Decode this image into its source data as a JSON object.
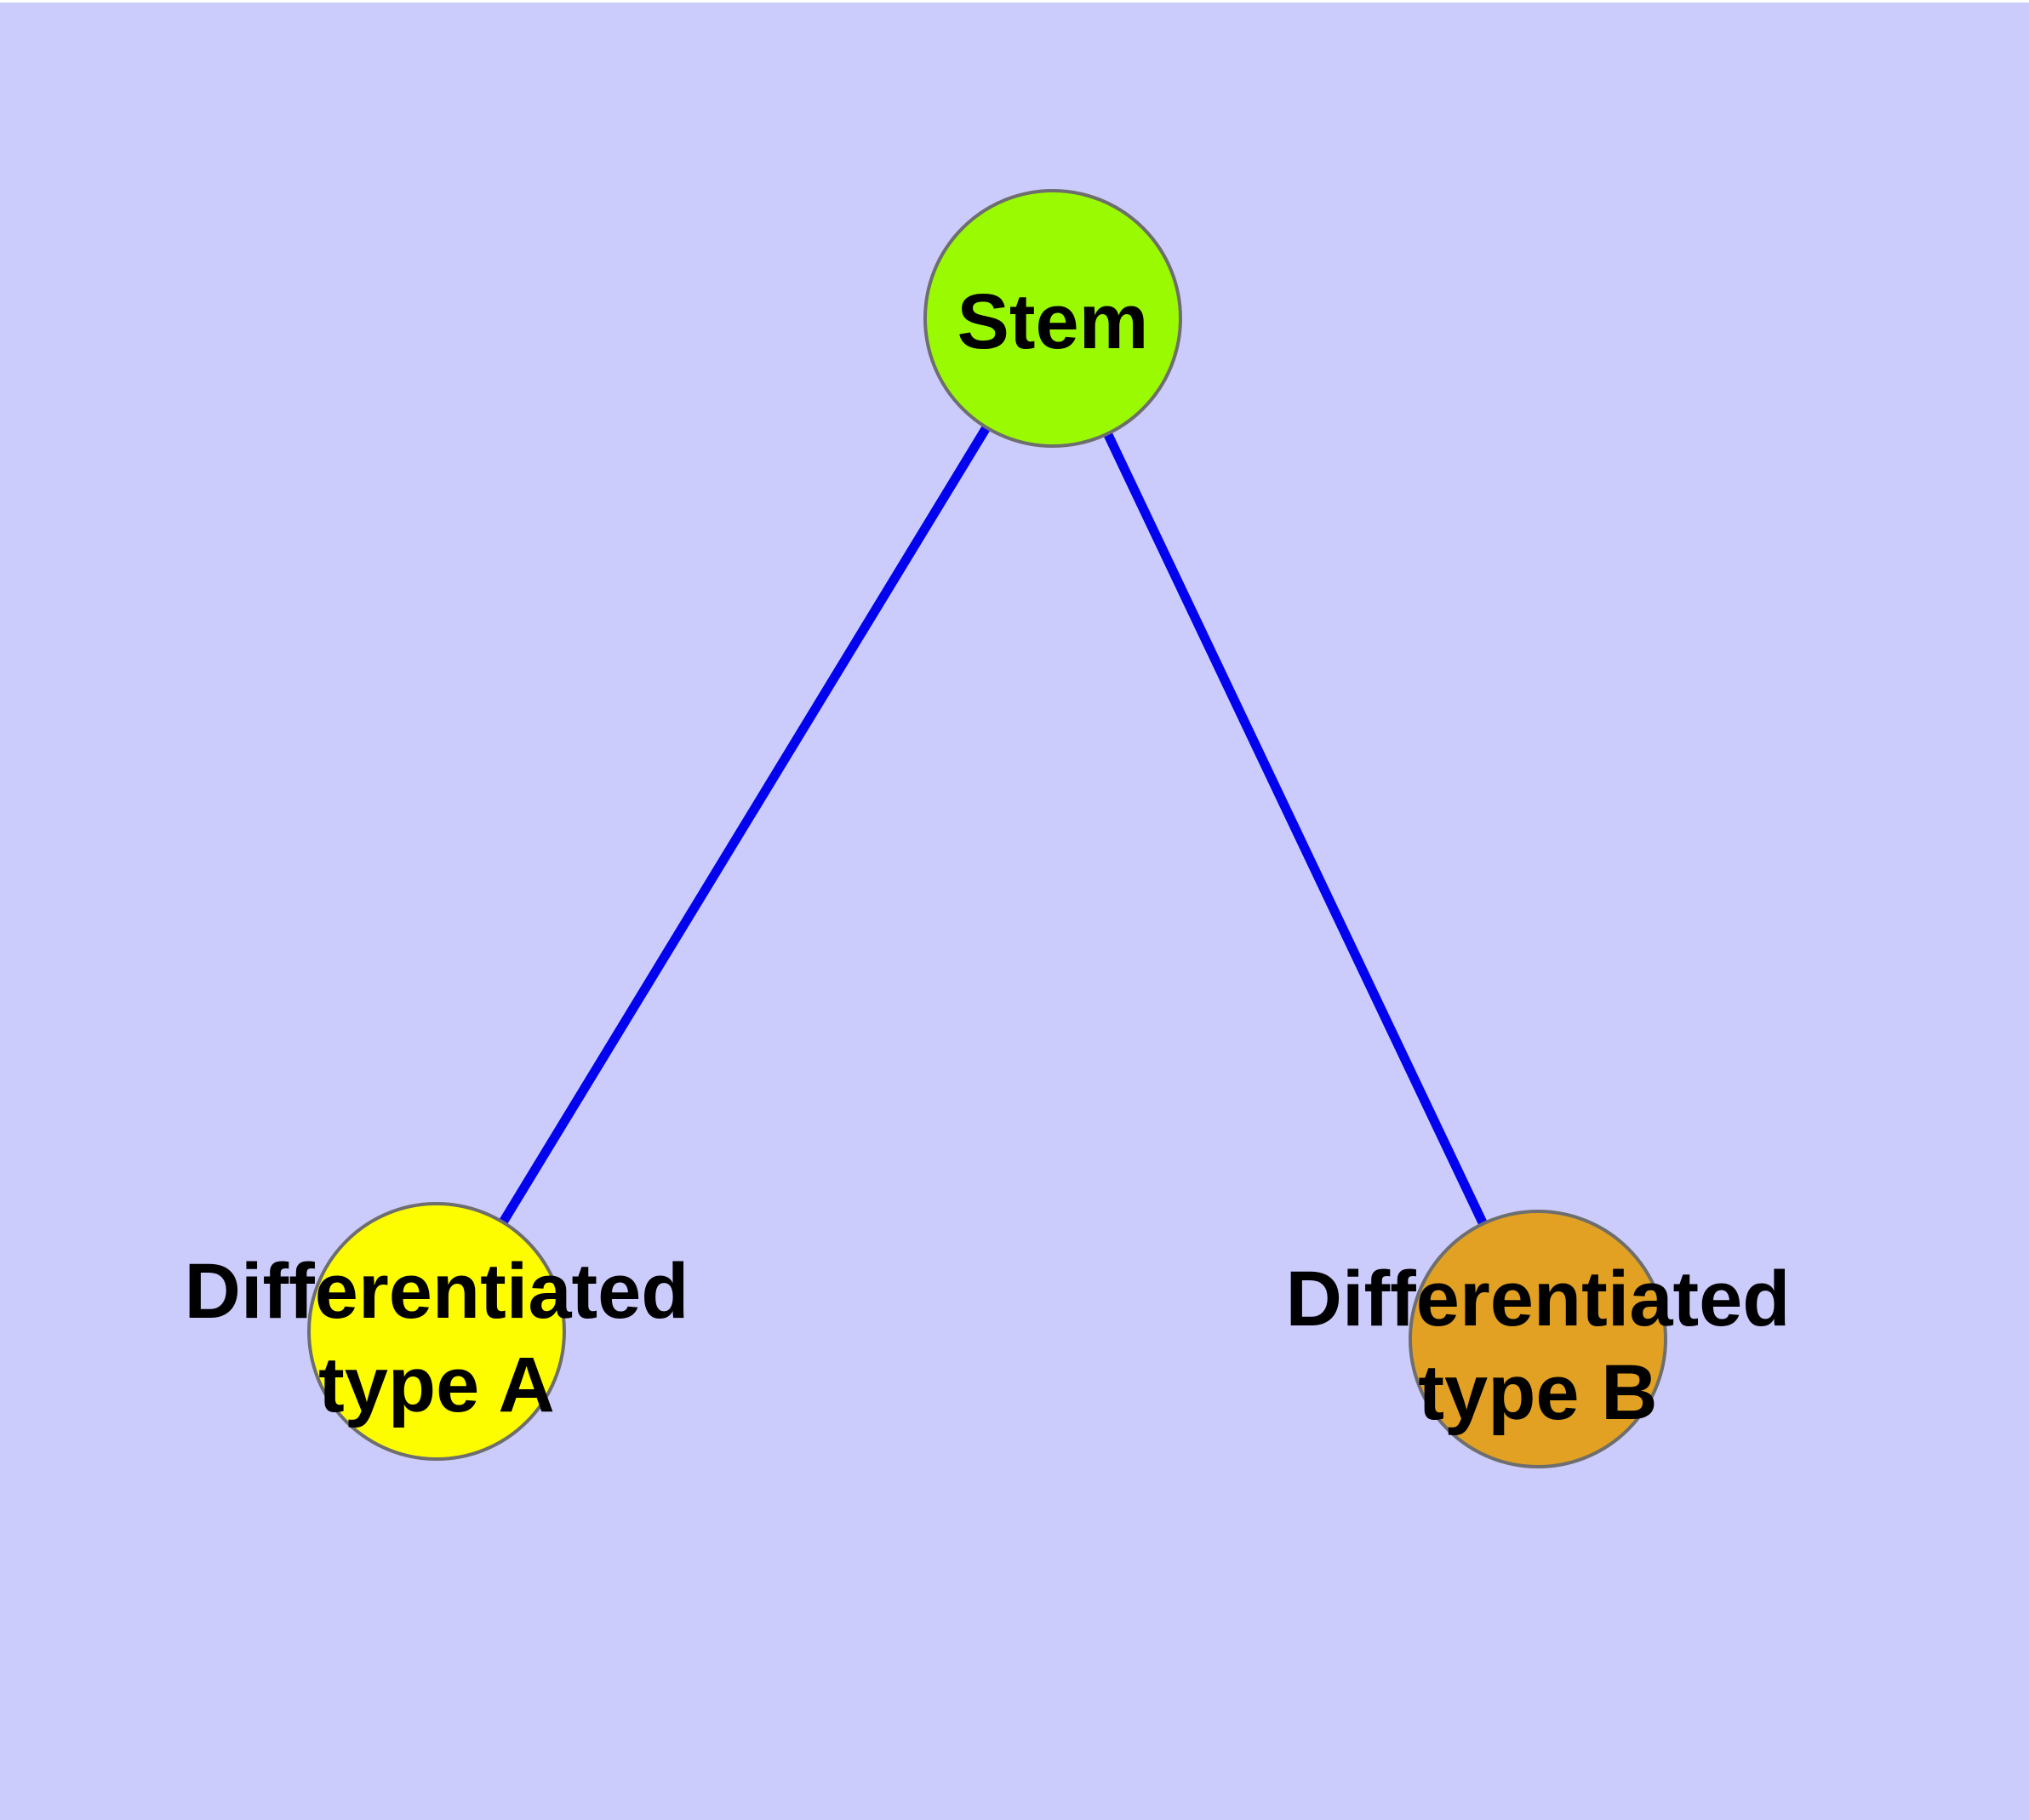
{
  "diagram": {
    "background_color": "#ccccfc",
    "top_margin_color": "#ffffff",
    "edge_color": "#0202ee",
    "node_border_color": "#6e6e6e",
    "label_color": "#000000",
    "nodes": [
      {
        "id": "stem",
        "label_lines": [
          "Stem"
        ],
        "color": "#99fa02"
      },
      {
        "id": "type-a",
        "label_lines": [
          "Differentiated",
          "type A"
        ],
        "color": "#fdfd00"
      },
      {
        "id": "type-b",
        "label_lines": [
          "Differentiated",
          "type B"
        ],
        "color": "#e2a122"
      }
    ],
    "edges": [
      {
        "from": "stem",
        "to": "type-a"
      },
      {
        "from": "stem",
        "to": "type-b"
      }
    ]
  }
}
